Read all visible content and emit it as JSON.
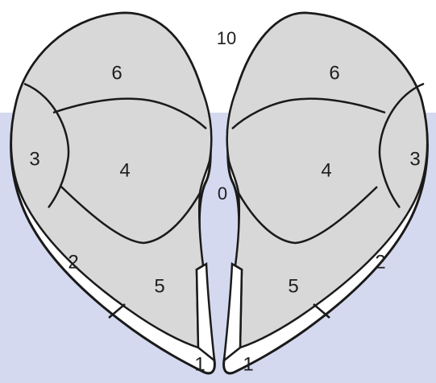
{
  "colors": {
    "page_background": "#ffffff",
    "band_background": "#d4d9ef",
    "region_fill": "#d8d8d8",
    "white_region_fill": "#ffffff",
    "outline": "#1a1a1a"
  },
  "scale": {
    "top_label": "10",
    "bottom_label": "0"
  },
  "left_shape": {
    "labels": [
      "6",
      "3",
      "4",
      "2",
      "5",
      "1"
    ]
  },
  "right_shape": {
    "labels": [
      "6",
      "3",
      "4",
      "2",
      "5",
      "1"
    ]
  }
}
